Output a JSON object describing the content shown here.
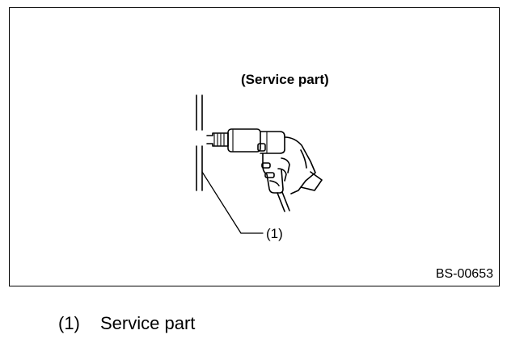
{
  "figure": {
    "caption": "(Service part)",
    "callout": "(1)",
    "figure_id": "BS-00653"
  },
  "legend": {
    "items": [
      {
        "number": "(1)",
        "label": "Service part"
      }
    ]
  },
  "icons": {
    "tool": "air-drill-icon",
    "hand": "hand-icon",
    "panel": "panel-icon"
  }
}
